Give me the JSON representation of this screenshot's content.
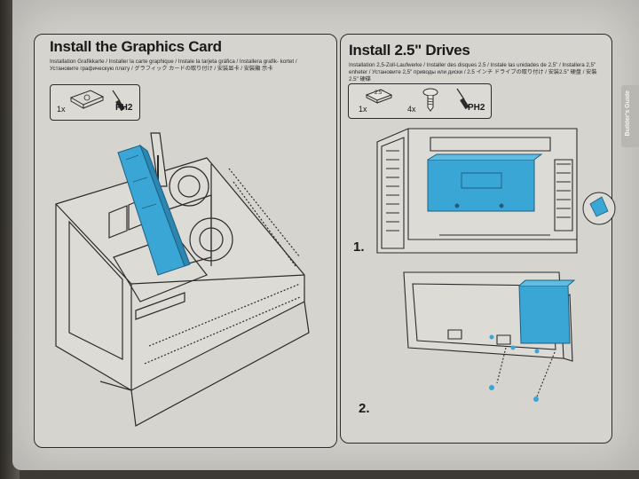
{
  "left_panel": {
    "title": "Install the Graphics Card",
    "subtitle": "Installation Grafikkarte / Installer la carte graphique / Instale la tarjeta gráfica / Installera grafik- kortet / Установите графическую плату / グラフィック カードの取り付け / 安装显卡 / 安裝顯 示卡",
    "tools": {
      "qty": "1x",
      "tool": "PH2"
    }
  },
  "right_panel": {
    "title": "Install 2.5\" Drives",
    "subtitle": "Installation 2,5-Zoll-Laufwerke / Installer des disques 2.5 / Instale las unidades de 2,5\" / Installera 2,5\" enheter / Установите 2,5\" приводы или диски / 2.5 インチ ドライブの取り付け / 安装2.5\" 硬盘 / 安裝 2.5\" 硬碟",
    "tools": {
      "drive_qty": "1x",
      "drive_label": "2.5\"",
      "screw_qty": "4x",
      "tool": "PH2"
    },
    "step1": "1.",
    "step2": "2."
  },
  "side_tab": {
    "label": "Builder's Guide"
  },
  "colors": {
    "accent": "#3aa6d6",
    "line": "#2b2b2b",
    "paper": "#d3d1cc"
  }
}
